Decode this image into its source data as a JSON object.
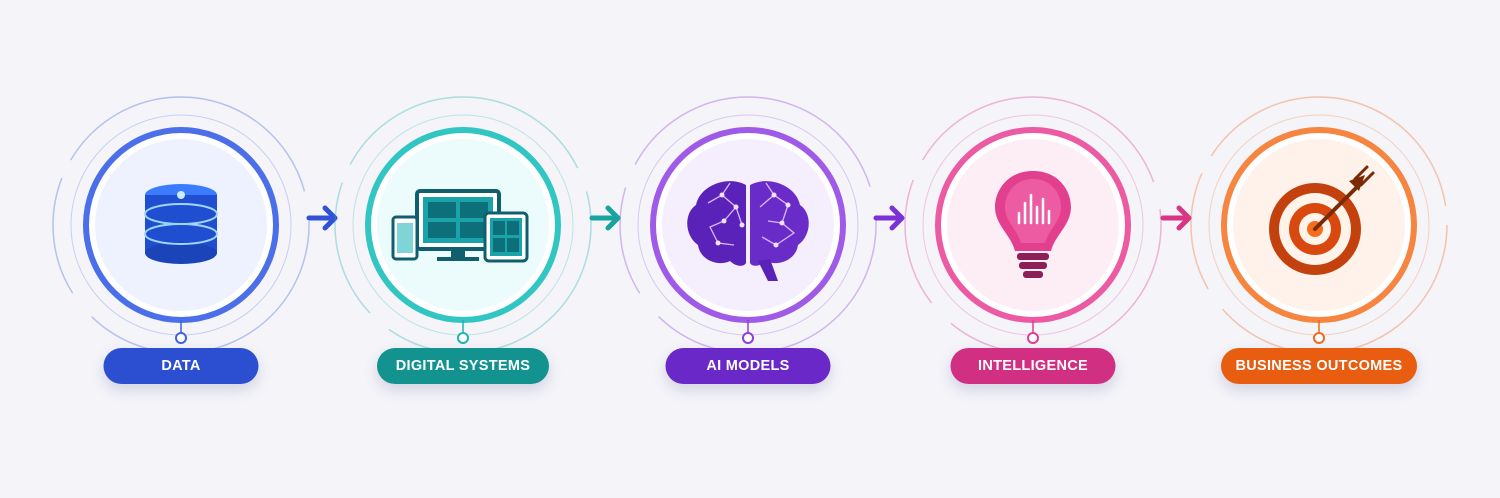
{
  "steps": [
    {
      "label": "DATA",
      "icon": "database-icon",
      "color": "#3f63e0",
      "pill": "#2c4fd1"
    },
    {
      "label": "DIGITAL SYSTEMS",
      "icon": "devices-icon",
      "color": "#1fb5b3",
      "pill": "#13938f"
    },
    {
      "label": "AI MODELS",
      "icon": "brain-icon",
      "color": "#8e3ee0",
      "pill": "#6a28c8"
    },
    {
      "label": "INTELLIGENCE",
      "icon": "lightbulb-icon",
      "color": "#e23c8f",
      "pill": "#d12f82"
    },
    {
      "label": "BUSINESS OUTCOMES",
      "icon": "target-icon",
      "color": "#f26a1e",
      "pill": "#e85d10"
    }
  ],
  "arrows": [
    {
      "icon": "arrow-right-icon",
      "color": "#3151d6"
    },
    {
      "icon": "arrow-right-icon",
      "color": "#17a39f"
    },
    {
      "icon": "arrow-right-icon",
      "color": "#7a32d6"
    },
    {
      "icon": "arrow-right-icon",
      "color": "#d93585"
    }
  ]
}
